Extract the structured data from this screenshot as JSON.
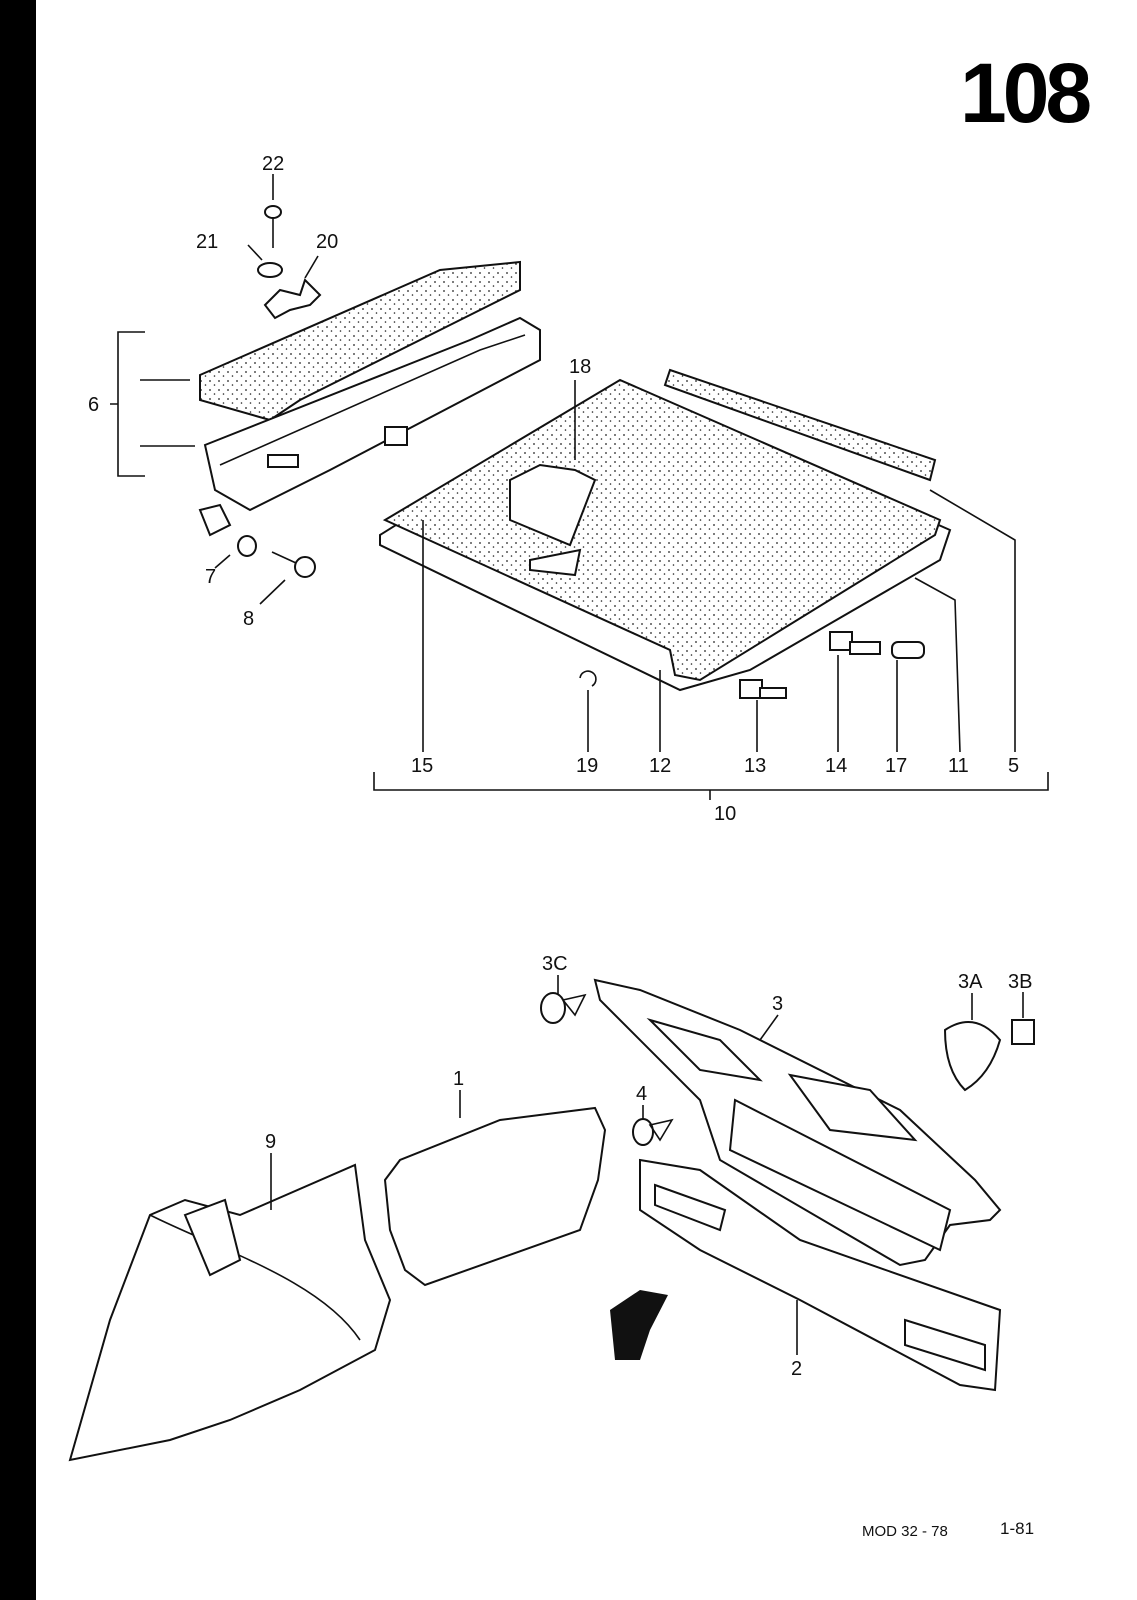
{
  "page_number": "108",
  "footer": {
    "model": "MOD 32 - 78",
    "date": "1-81"
  },
  "callouts": {
    "c22": "22",
    "c21": "21",
    "c20": "20",
    "c6": "6",
    "c7": "7",
    "c8": "8",
    "c18": "18",
    "c15": "15",
    "c19": "19",
    "c12": "12",
    "c13": "13",
    "c14": "14",
    "c17": "17",
    "c11": "11",
    "c5": "5",
    "c10": "10",
    "c3C": "3C",
    "c3": "3",
    "c3A": "3A",
    "c3B": "3B",
    "c1": "1",
    "c4": "4",
    "c9": "9",
    "c2": "2"
  }
}
